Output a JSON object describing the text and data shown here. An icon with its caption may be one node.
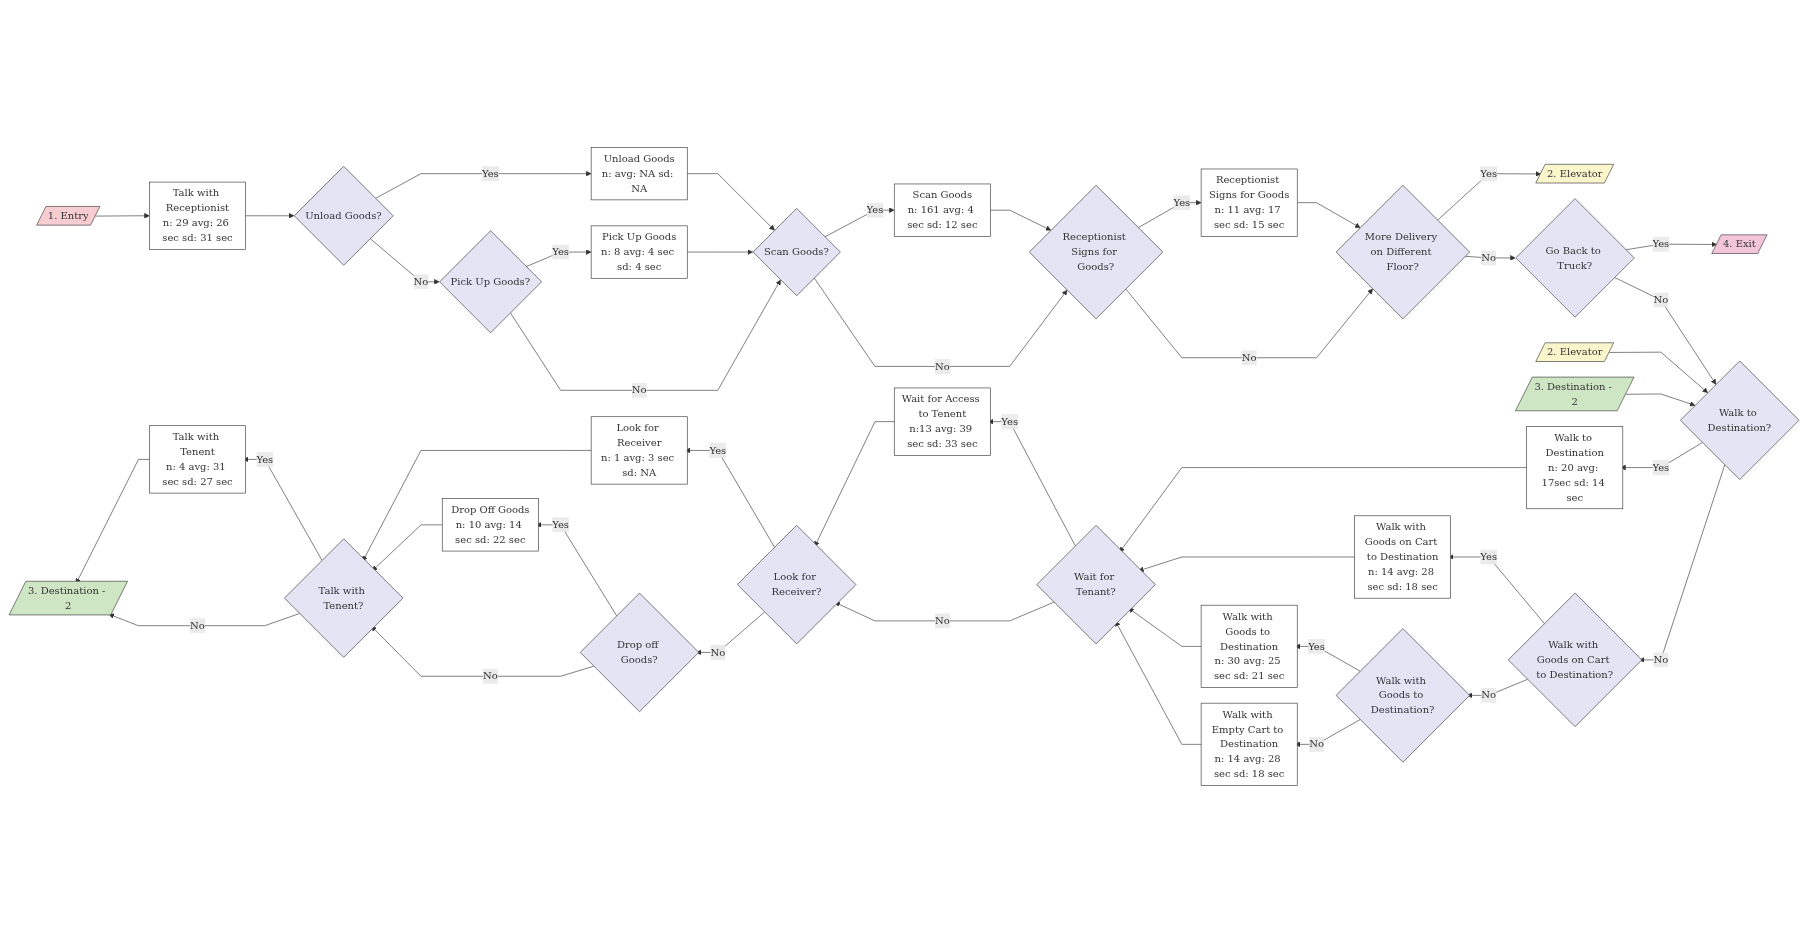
{
  "diagram": {
    "nodes": [
      {
        "text": [
          "1. Entry"
        ]
      },
      {
        "text": [
          "Talk with Receptionist",
          "n: 29 avg: 26 sec sd: 31 sec"
        ]
      },
      {
        "text": [
          "Unload Goods?"
        ]
      },
      {
        "text": [
          "Unload Goods",
          "n: avg: NA sd: NA"
        ]
      },
      {
        "text": [
          "Pick Up Goods?"
        ]
      },
      {
        "text": [
          "Pick Up Goods",
          "n: 8 avg: 4 sec sd: 4 sec"
        ]
      },
      {
        "text": [
          "Scan Goods?"
        ]
      },
      {
        "text": [
          "Scan Goods",
          "n: 161 avg: 4 sec sd: 12 sec"
        ]
      },
      {
        "text": [
          "Receptionist Signs for Goods?"
        ]
      },
      {
        "text": [
          "Receptionist Signs for Goods",
          "n: 11 avg: 17 sec sd: 15 sec"
        ]
      },
      {
        "text": [
          "More Delivery on Different Floor?"
        ]
      },
      {
        "text": [
          "2. Elevator"
        ]
      },
      {
        "text": [
          "Go Back to Truck?"
        ]
      },
      {
        "text": [
          "4. Exit"
        ]
      },
      {
        "text": [
          "2. Elevator"
        ]
      },
      {
        "text": [
          "3. Destination - 2"
        ]
      },
      {
        "text": [
          "Walk to Destination?"
        ]
      },
      {
        "text": [
          "Walk to Destination",
          "n: 20 avg: 17sec sd: 14 sec"
        ]
      },
      {
        "text": [
          "Walk with Goods on Cart to Destination?"
        ]
      },
      {
        "text": [
          "Walk with Goods on Cart to Destination",
          "n: 14 avg: 28 sec sd: 18 sec"
        ]
      },
      {
        "text": [
          "Walk with Goods to Destination?"
        ]
      },
      {
        "text": [
          "Walk with Goods to Destination",
          "n: 30 avg: 25 sec sd: 21 sec"
        ]
      },
      {
        "text": [
          "Walk with Empty Cart to Destination",
          "n: 14 avg: 28 sec sd: 18 sec"
        ]
      },
      {
        "text": [
          "Wait for Tenant?"
        ]
      },
      {
        "text": [
          "Wait for Access to Tenent",
          "n:13 avg: 39 sec sd: 33 sec"
        ]
      },
      {
        "text": [
          "Look for Receiver?"
        ]
      },
      {
        "text": [
          "Look for Receiver",
          "n: 1 avg: 3 sec sd: NA"
        ]
      },
      {
        "text": [
          "Drop off Goods?"
        ]
      },
      {
        "text": [
          "Drop Off Goods",
          "n: 10 avg: 14 sec sd: 22 sec"
        ]
      },
      {
        "text": [
          "Talk with Tenent?"
        ]
      },
      {
        "text": [
          "Talk with Tenent",
          "n: 4 avg: 31 sec sd: 27 sec"
        ]
      },
      {
        "text": [
          "3. Destination - 2"
        ]
      }
    ],
    "edges": [
      {
        "from": 0,
        "to": 1,
        "arrow": "to"
      },
      {
        "from": 1,
        "to": 2,
        "arrow": "to"
      },
      {
        "from": 2,
        "to": 3,
        "arrow": "to",
        "label": "Yes"
      },
      {
        "from": 2,
        "to": 4,
        "arrow": "to",
        "label": "No"
      },
      {
        "from": 4,
        "to": 5,
        "arrow": "to",
        "label": "Yes"
      },
      {
        "from": 3,
        "to": 6,
        "arrow": "to"
      },
      {
        "from": 5,
        "to": 6,
        "arrow": "to"
      },
      {
        "from": 4,
        "to": 6,
        "arrow": "to",
        "label": "No"
      },
      {
        "from": 6,
        "to": 7,
        "arrow": "to",
        "label": "Yes"
      },
      {
        "from": 7,
        "to": 8,
        "arrow": "to"
      },
      {
        "from": 6,
        "to": 8,
        "arrow": "to",
        "label": "No"
      },
      {
        "from": 8,
        "to": 9,
        "arrow": "to",
        "label": "Yes"
      },
      {
        "from": 9,
        "to": 10,
        "arrow": "to"
      },
      {
        "from": 8,
        "to": 10,
        "arrow": "to",
        "label": "No"
      },
      {
        "from": 10,
        "to": 11,
        "arrow": "to",
        "label": "Yes"
      },
      {
        "from": 10,
        "to": 12,
        "arrow": "to",
        "label": "No"
      },
      {
        "from": 12,
        "to": 13,
        "arrow": "to",
        "label": "Yes"
      },
      {
        "from": 12,
        "to": 16,
        "arrow": "to",
        "label": "No"
      },
      {
        "from": 14,
        "to": 16,
        "arrow": "to"
      },
      {
        "from": 15,
        "to": 16,
        "arrow": "to"
      },
      {
        "from": 16,
        "to": 17,
        "arrow": "to",
        "label": "Yes"
      },
      {
        "from": 16,
        "to": 18,
        "arrow": "to",
        "label": "No"
      },
      {
        "from": 18,
        "to": 19,
        "arrow": "to",
        "label": "Yes"
      },
      {
        "from": 18,
        "to": 20,
        "arrow": "to",
        "label": "No"
      },
      {
        "from": 20,
        "to": 21,
        "arrow": "to",
        "label": "Yes"
      },
      {
        "from": 20,
        "to": 22,
        "arrow": "to",
        "label": "No"
      },
      {
        "from": 17,
        "to": 23,
        "arrow": "to"
      },
      {
        "from": 19,
        "to": 23,
        "arrow": "to"
      },
      {
        "from": 21,
        "to": 23,
        "arrow": "to"
      },
      {
        "from": 22,
        "to": 23,
        "arrow": "to"
      },
      {
        "from": 23,
        "to": 24,
        "arrow": "to",
        "label": "Yes"
      },
      {
        "from": 24,
        "to": 25,
        "arrow": "to"
      },
      {
        "from": 23,
        "to": 25,
        "arrow": "to",
        "label": "No"
      },
      {
        "from": 25,
        "to": 26,
        "arrow": "to",
        "label": "Yes"
      },
      {
        "from": 25,
        "to": 27,
        "arrow": "to",
        "label": "No"
      },
      {
        "from": 27,
        "to": 28,
        "arrow": "to",
        "label": "Yes"
      },
      {
        "from": 26,
        "to": 29,
        "arrow": "to"
      },
      {
        "from": 28,
        "to": 29,
        "arrow": "to"
      },
      {
        "from": 27,
        "to": 29,
        "arrow": "to",
        "label": "No"
      },
      {
        "from": 29,
        "to": 30,
        "arrow": "to",
        "label": "Yes"
      },
      {
        "from": 30,
        "to": 31,
        "arrow": "to"
      },
      {
        "from": 29,
        "to": 31,
        "arrow": "to",
        "label": "No"
      }
    ]
  }
}
